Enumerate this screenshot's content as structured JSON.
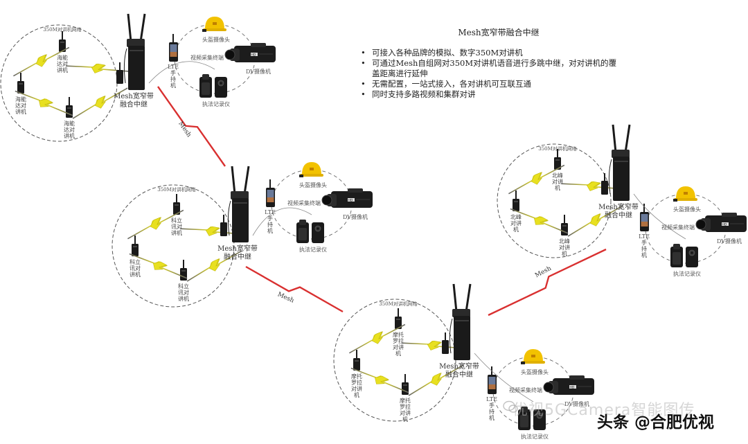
{
  "info": {
    "title": "Mesh宽窄带融合中继",
    "bullets": [
      "可接入各种品牌的模拟、数字350M对讲机",
      "可通过Mesh自组网对350M对讲机语音进行多跳中继，对对讲机的覆盖距离进行延伸",
      "无需配置，一站式接入，各对讲机可互联互通",
      "同时支持多路视频和集群对讲"
    ]
  },
  "colors": {
    "mesh_link": "#d93030",
    "radio_bolt": "#e8e020",
    "dashed_circle": "#555555",
    "helmet": "#f2c200",
    "device": "#1a1a1a"
  },
  "mesh_link_label": "Mesh",
  "nodes": [
    {
      "id": "node-1",
      "network_label": "350M对讲机网络",
      "relay_label_line1": "Mesh宽窄带",
      "relay_label_line2": "融合中继",
      "radio_label": [
        "海能",
        "达对",
        "讲机"
      ],
      "devices": {
        "helmet": "头盔摄像头",
        "collector": "视频采集终端",
        "camcorder": "DV摄像机",
        "recorder": "执法记录仪",
        "phone": [
          "LTE",
          "手",
          "持",
          "机"
        ]
      }
    },
    {
      "id": "node-2",
      "network_label": "350M对讲机网络",
      "relay_label_line1": "Mesh宽窄带",
      "relay_label_line2": "融合中继",
      "radio_label": [
        "科立",
        "讯对",
        "讲机"
      ],
      "devices": {
        "helmet": "头盔摄像头",
        "collector": "视频采集终端",
        "camcorder": "DV摄像机",
        "recorder": "执法记录仪",
        "phone": [
          "LTE",
          "手",
          "持",
          "机"
        ]
      }
    },
    {
      "id": "node-3",
      "network_label": "350M对讲机网络",
      "relay_label_line1": "Mesh宽窄带",
      "relay_label_line2": "融合中继",
      "radio_label": [
        "北峰",
        "对讲",
        "机"
      ],
      "devices": {
        "helmet": "头盔摄像头",
        "collector": "视频采集终端",
        "camcorder": "DV摄像机",
        "recorder": "执法记录仪",
        "phone": [
          "LTE",
          "手",
          "持",
          "机"
        ]
      }
    },
    {
      "id": "node-4",
      "network_label": "350M对讲机网络",
      "relay_label_line1": "Mesh宽窄带",
      "relay_label_line2": "融合中继",
      "radio_label": [
        "摩托",
        "罗拉",
        "对讲",
        "机"
      ],
      "devices": {
        "helmet": "头盔摄像头",
        "collector": "视频采集终端",
        "camcorder": "DV摄像机",
        "recorder": "执法记录仪",
        "phone": [
          "LTE",
          "手",
          "持",
          "机"
        ]
      }
    }
  ],
  "watermark": "优视5GCamera智能图传",
  "credit": "头条 @合肥优视"
}
